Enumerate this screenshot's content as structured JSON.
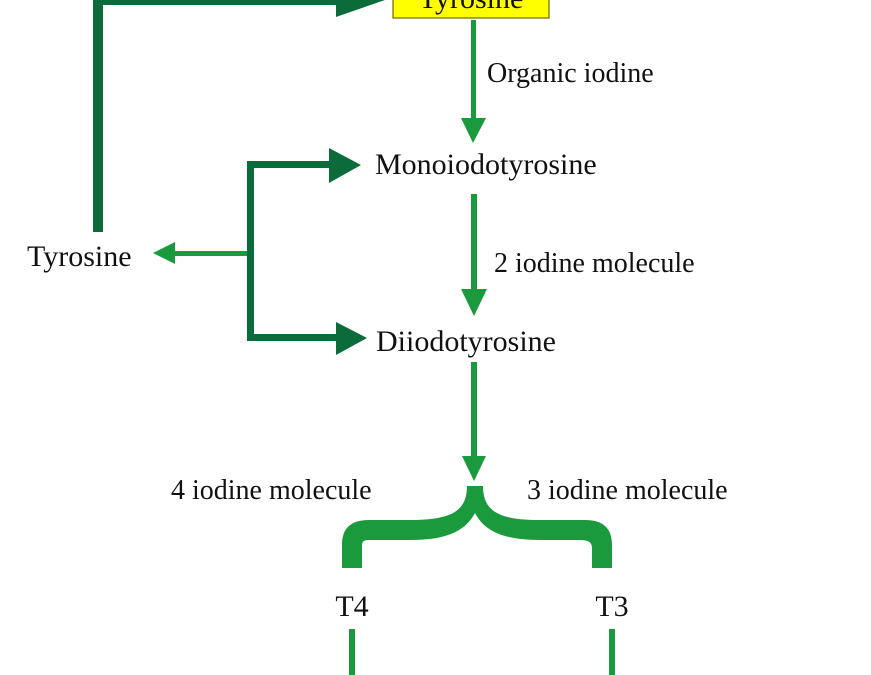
{
  "colors": {
    "dark_green": "#0b6b3a",
    "bright_green": "#1a9a3c",
    "highlight_yellow": "#ffff00",
    "text": "#111111"
  },
  "nodes": {
    "tyrosine_top": "Tyrosine",
    "monoiodotyrosine": "Monoiodotyrosine",
    "diiodotyrosine": "Diiodotyrosine",
    "tyrosine_left": "Tyrosine",
    "t4": "T4",
    "t3": "T3"
  },
  "edges": {
    "organic_iodine": "Organic iodine",
    "two_iodine": "2 iodine molecule",
    "four_iodine": "4 iodine molecule",
    "three_iodine": "3 iodine molecule"
  }
}
